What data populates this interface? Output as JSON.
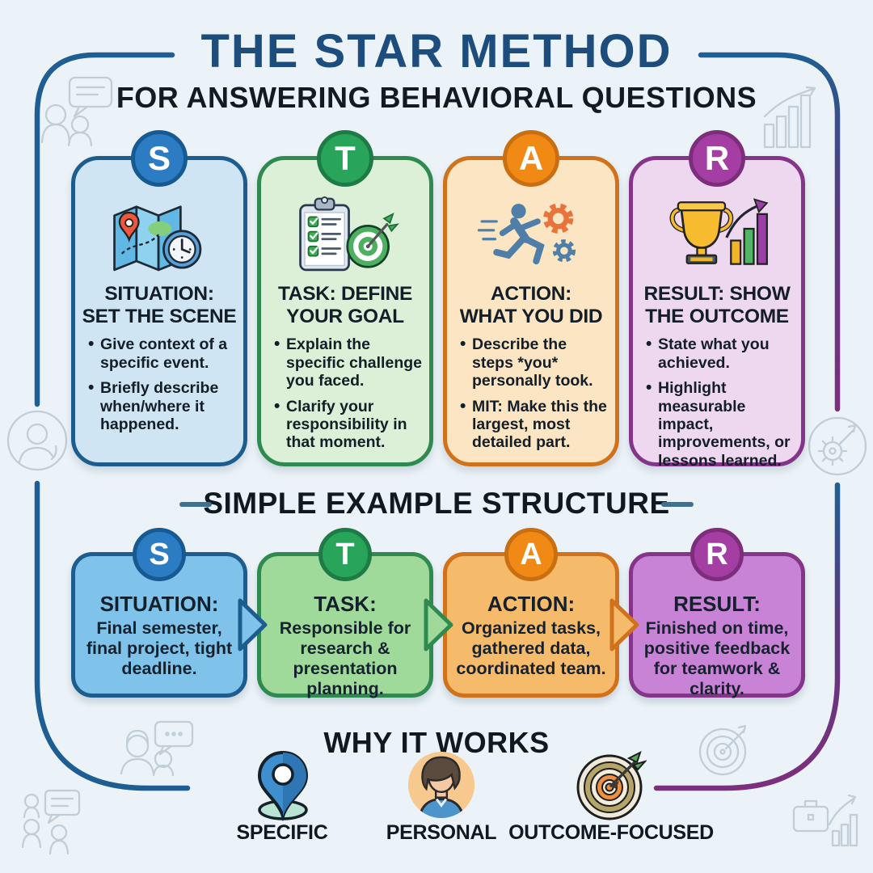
{
  "page": {
    "background": "#ecf3f8"
  },
  "decor": {
    "faint_icon_color": "#9fb0bd",
    "left_frame_color": "#1f5e92",
    "right_frame_color": "#7c2f7e"
  },
  "header": {
    "title": "THE STAR METHOD",
    "subtitle": "FOR ANSWERING BEHAVIORAL QUESTIONS",
    "title_color": "#1c4d7c"
  },
  "method_cards": [
    {
      "letter": "S",
      "key": "situation",
      "icon": "map-clock-icon",
      "title_line1": "SITUATION:",
      "title_line2": "SET THE SCENE",
      "bullets": [
        "Give context of a specific event.",
        "Briefly describe when/where it happened."
      ],
      "colors": {
        "circle": "#2b7cc2",
        "border": "#1d5c8e",
        "bg": "#cfe5f4",
        "example_bg": "#80c3ea"
      }
    },
    {
      "letter": "T",
      "key": "task",
      "icon": "checklist-target-icon",
      "title_line1": "TASK: DEFINE",
      "title_line2": "YOUR GOAL",
      "bullets": [
        "Explain the specific challenge you faced.",
        "Clarify your responsibility in that moment."
      ],
      "colors": {
        "circle": "#29a45b",
        "border": "#2f8a50",
        "bg": "#dbf0d6",
        "example_bg": "#a0da9b"
      }
    },
    {
      "letter": "A",
      "key": "action",
      "icon": "runner-gears-icon",
      "title_line1": "ACTION:",
      "title_line2": "WHAT YOU DID",
      "bullets": [
        "Describe the steps *you* personally took.",
        "MIT: Make this the largest, most detailed part."
      ],
      "colors": {
        "circle": "#f08a15",
        "border": "#d0711b",
        "bg": "#fbe5c3",
        "example_bg": "#f6ba6b"
      }
    },
    {
      "letter": "R",
      "key": "result",
      "icon": "trophy-chart-icon",
      "title_line1": "RESULT: SHOW",
      "title_line2": "THE OUTCOME",
      "bullets": [
        "State what you achieved.",
        "Highlight measurable impact, improvements, or lessons learned."
      ],
      "colors": {
        "circle": "#a53ea3",
        "border": "#84358a",
        "bg": "#eed8f0",
        "example_bg": "#c983d6"
      }
    }
  ],
  "example_section": {
    "heading": "SIMPLE EXAMPLE STRUCTURE",
    "cards": [
      {
        "letter": "S",
        "title": "SITUATION:",
        "text": "Final semester, final project, tight deadline."
      },
      {
        "letter": "T",
        "title": "TASK:",
        "text": "Responsible for research & presentation planning."
      },
      {
        "letter": "A",
        "title": "ACTION:",
        "text": "Organized tasks, gathered data, coordinated team."
      },
      {
        "letter": "R",
        "title": "RESULT:",
        "text": "Finished on time, positive feedback for teamwork & clarity."
      }
    ]
  },
  "why_section": {
    "heading": "WHY IT WORKS",
    "items": [
      {
        "label": "SPECIFIC",
        "icon": "location-pin-icon"
      },
      {
        "label": "PERSONAL",
        "icon": "person-icon"
      },
      {
        "label": "OUTCOME-FOCUSED",
        "icon": "target-icon"
      }
    ]
  }
}
